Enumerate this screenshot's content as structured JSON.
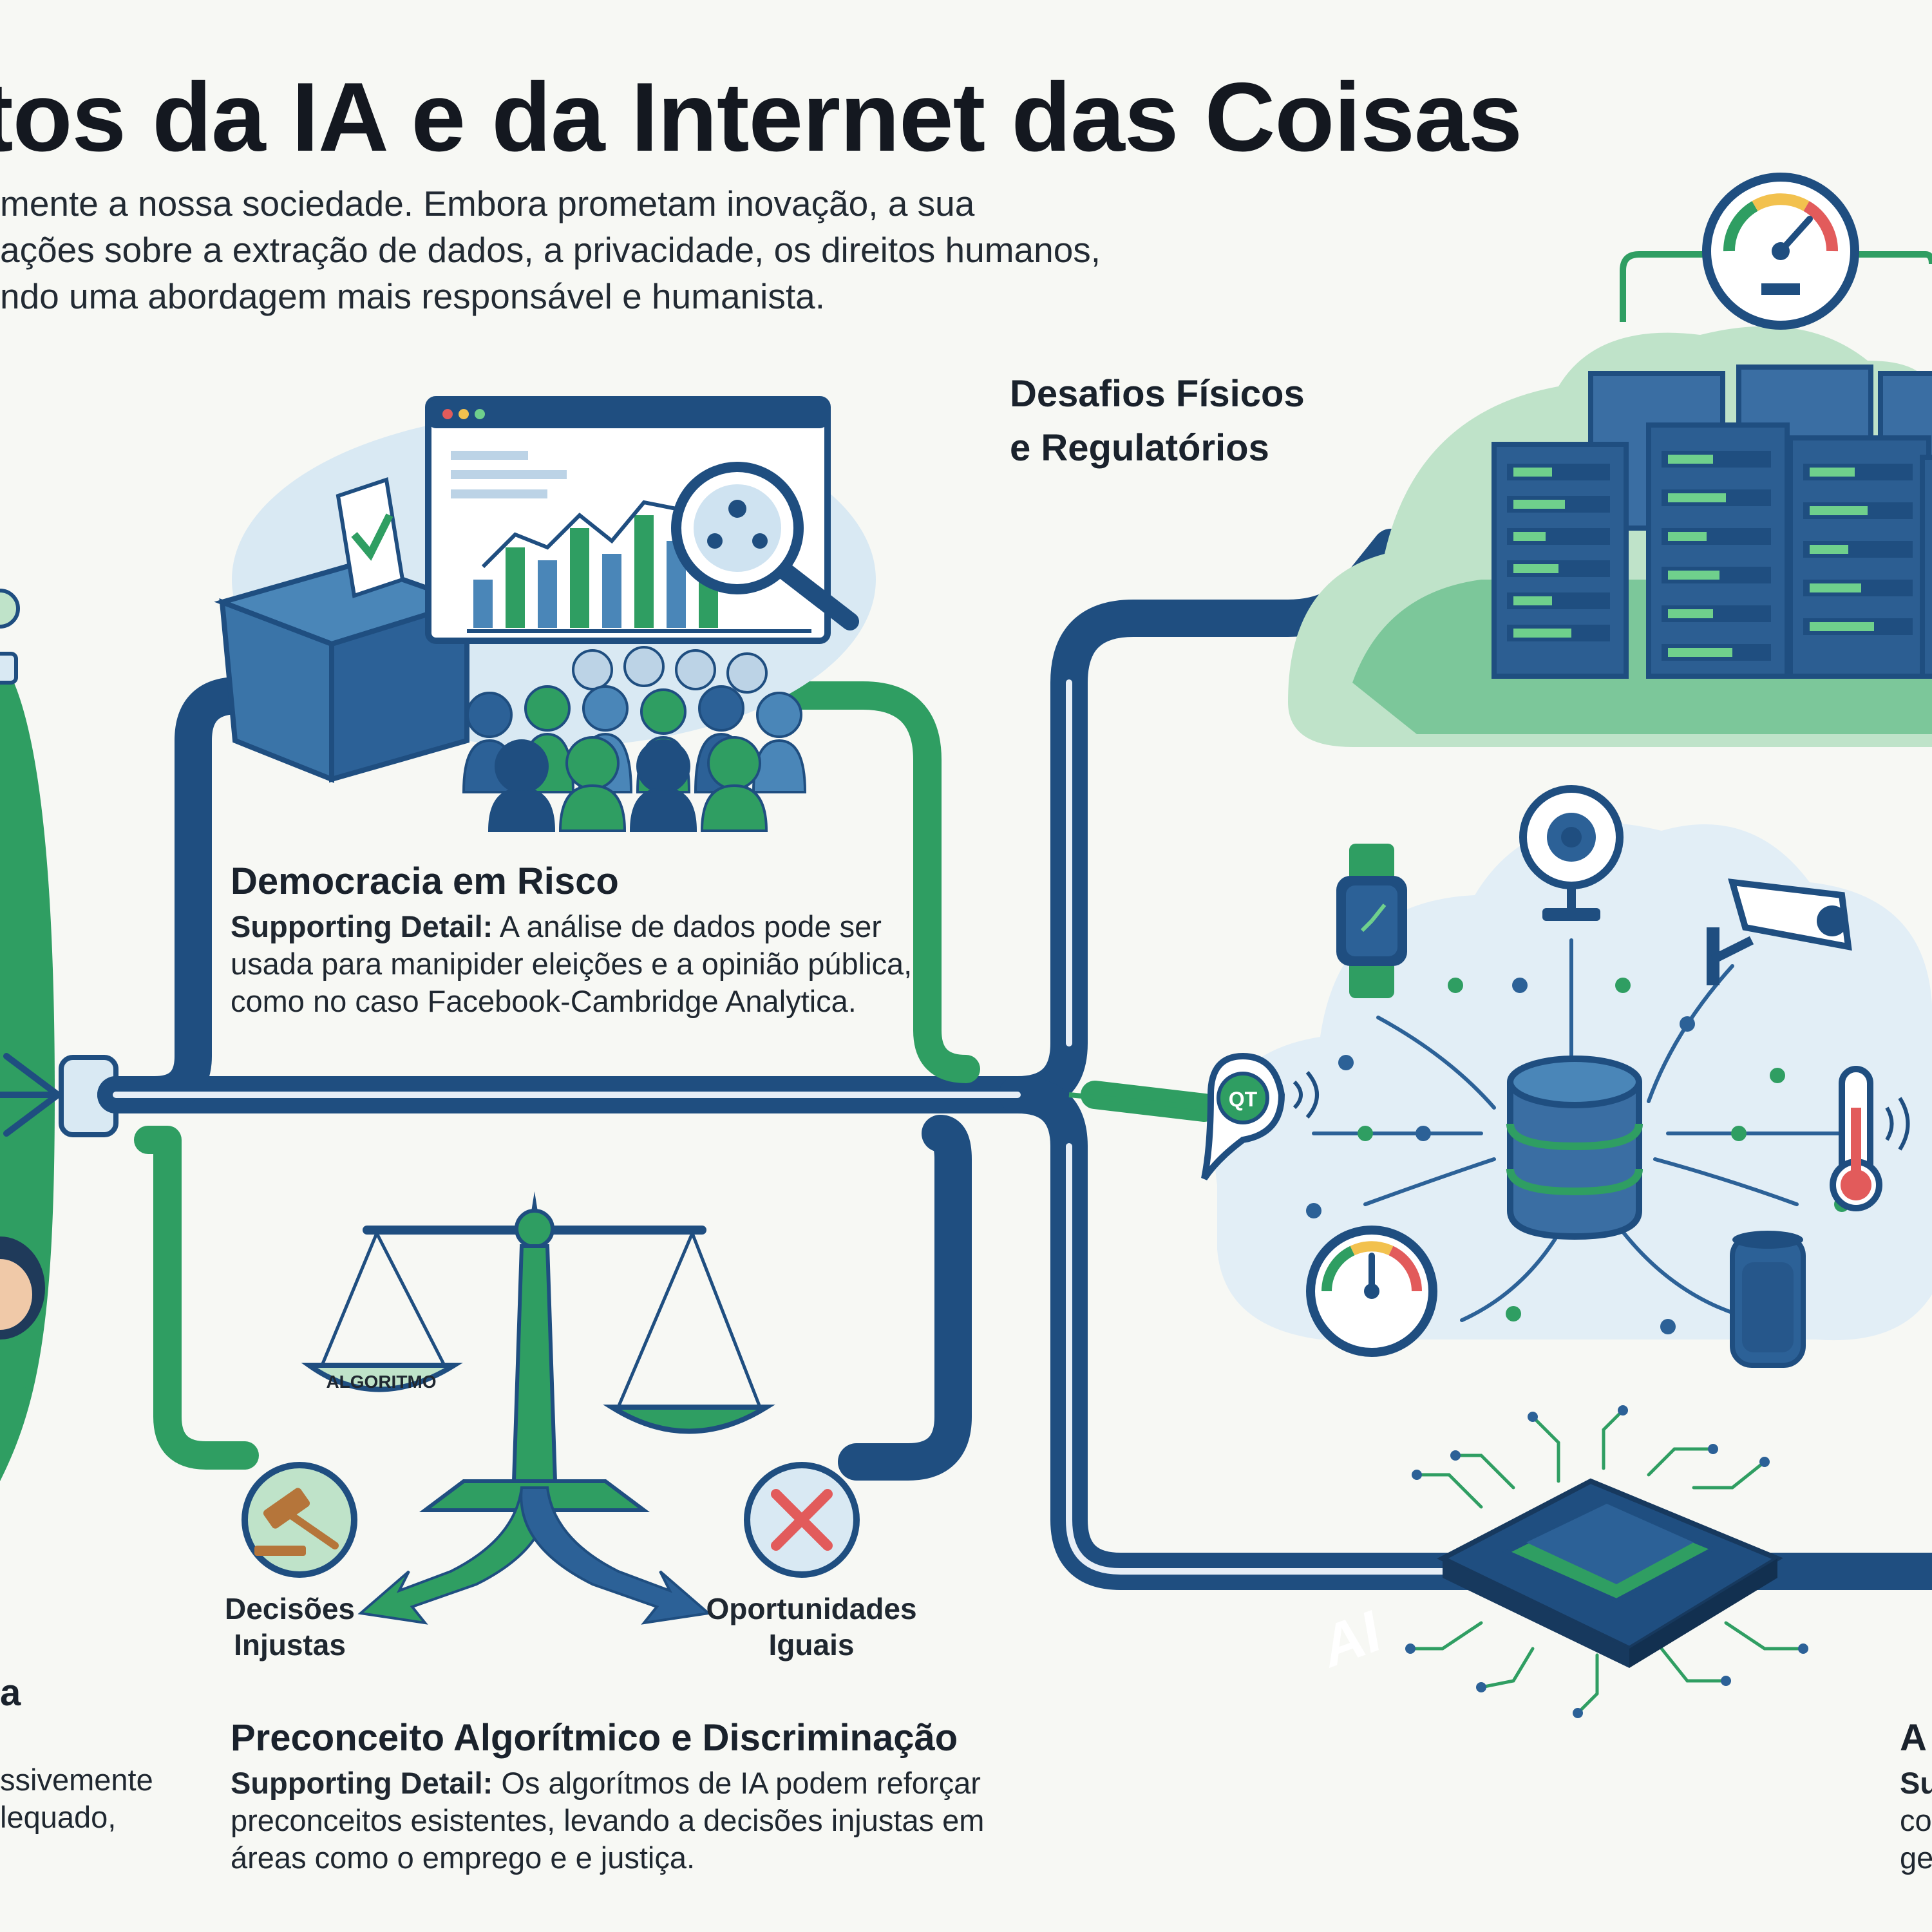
{
  "header": {
    "title": "tos da IA e da Internet das Coisas",
    "intro_lines": [
      "mente a nossa sociedade. Embora prometam inovação, a sua",
      "ações sobre a extração de dados, a privacidade, os direitos humanos,",
      "ndo uma abordagem mais responsável e humanista."
    ]
  },
  "sections": {
    "physical": {
      "heading_lines": [
        "Desafios Físicos",
        "e Regulatórios"
      ]
    },
    "democracy": {
      "heading": "Democracia em Risco",
      "detail_label": "Supporting Detail:",
      "detail_lines": [
        " A análise de dados pode ser",
        "usada para manipider eleições e a opinião pública,",
        "como no caso Facebook-Cambridge Analytica."
      ]
    },
    "bias": {
      "heading": "Preconceito Algorítmico e Discriminação",
      "detail_label": "Supporting Detail:",
      "detail_lines": [
        " Os algorítmos de IA podem reforçar",
        "preconceitos esistentes, levando a decisões injustas em",
        "áreas como o emprego e e justiça."
      ],
      "scale_label": "ALGORITMO",
      "left_outcome": [
        "Decisões",
        "Injustas"
      ],
      "right_outcome": [
        "Oportunidades",
        "Iguais"
      ]
    },
    "left_partial": {
      "heading": "a",
      "detail_lines": [
        "ssivemente",
        "lequado,"
      ]
    },
    "right_partial": {
      "heading": "A",
      "detail_lines": [
        "Su",
        "co",
        "ge"
      ]
    }
  },
  "chip_label": "AI",
  "sensor_label": "QT",
  "colors": {
    "navy": "#1f4e80",
    "green": "#2f9e62",
    "light_blue": "#d9e9f3",
    "light_green": "#bfe3c9",
    "cloud": "#e2eef6"
  }
}
